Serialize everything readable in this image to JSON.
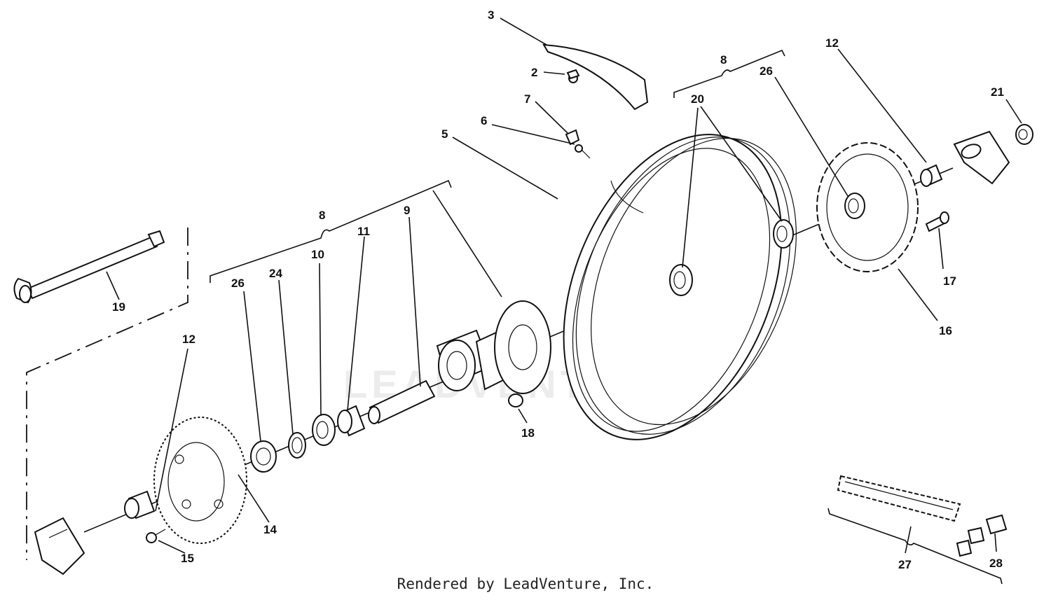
{
  "diagram": {
    "parts": [
      {
        "id": "p2",
        "label": "2"
      },
      {
        "id": "p3",
        "label": "3"
      },
      {
        "id": "p5",
        "label": "5"
      },
      {
        "id": "p6",
        "label": "6"
      },
      {
        "id": "p7",
        "label": "7"
      },
      {
        "id": "p8a",
        "label": "8"
      },
      {
        "id": "p8b",
        "label": "8"
      },
      {
        "id": "p9",
        "label": "9"
      },
      {
        "id": "p10",
        "label": "10"
      },
      {
        "id": "p11",
        "label": "11"
      },
      {
        "id": "p12a",
        "label": "12"
      },
      {
        "id": "p12b",
        "label": "12"
      },
      {
        "id": "p14",
        "label": "14"
      },
      {
        "id": "p15",
        "label": "15"
      },
      {
        "id": "p16",
        "label": "16"
      },
      {
        "id": "p17",
        "label": "17"
      },
      {
        "id": "p18",
        "label": "18"
      },
      {
        "id": "p19",
        "label": "19"
      },
      {
        "id": "p20",
        "label": "20"
      },
      {
        "id": "p21",
        "label": "21"
      },
      {
        "id": "p24",
        "label": "24"
      },
      {
        "id": "p26a",
        "label": "26"
      },
      {
        "id": "p26b",
        "label": "26"
      },
      {
        "id": "p27",
        "label": "27"
      },
      {
        "id": "p28",
        "label": "28"
      }
    ],
    "watermark": "LEADVENTURE",
    "footer": "Rendered by LeadVenture, Inc."
  }
}
